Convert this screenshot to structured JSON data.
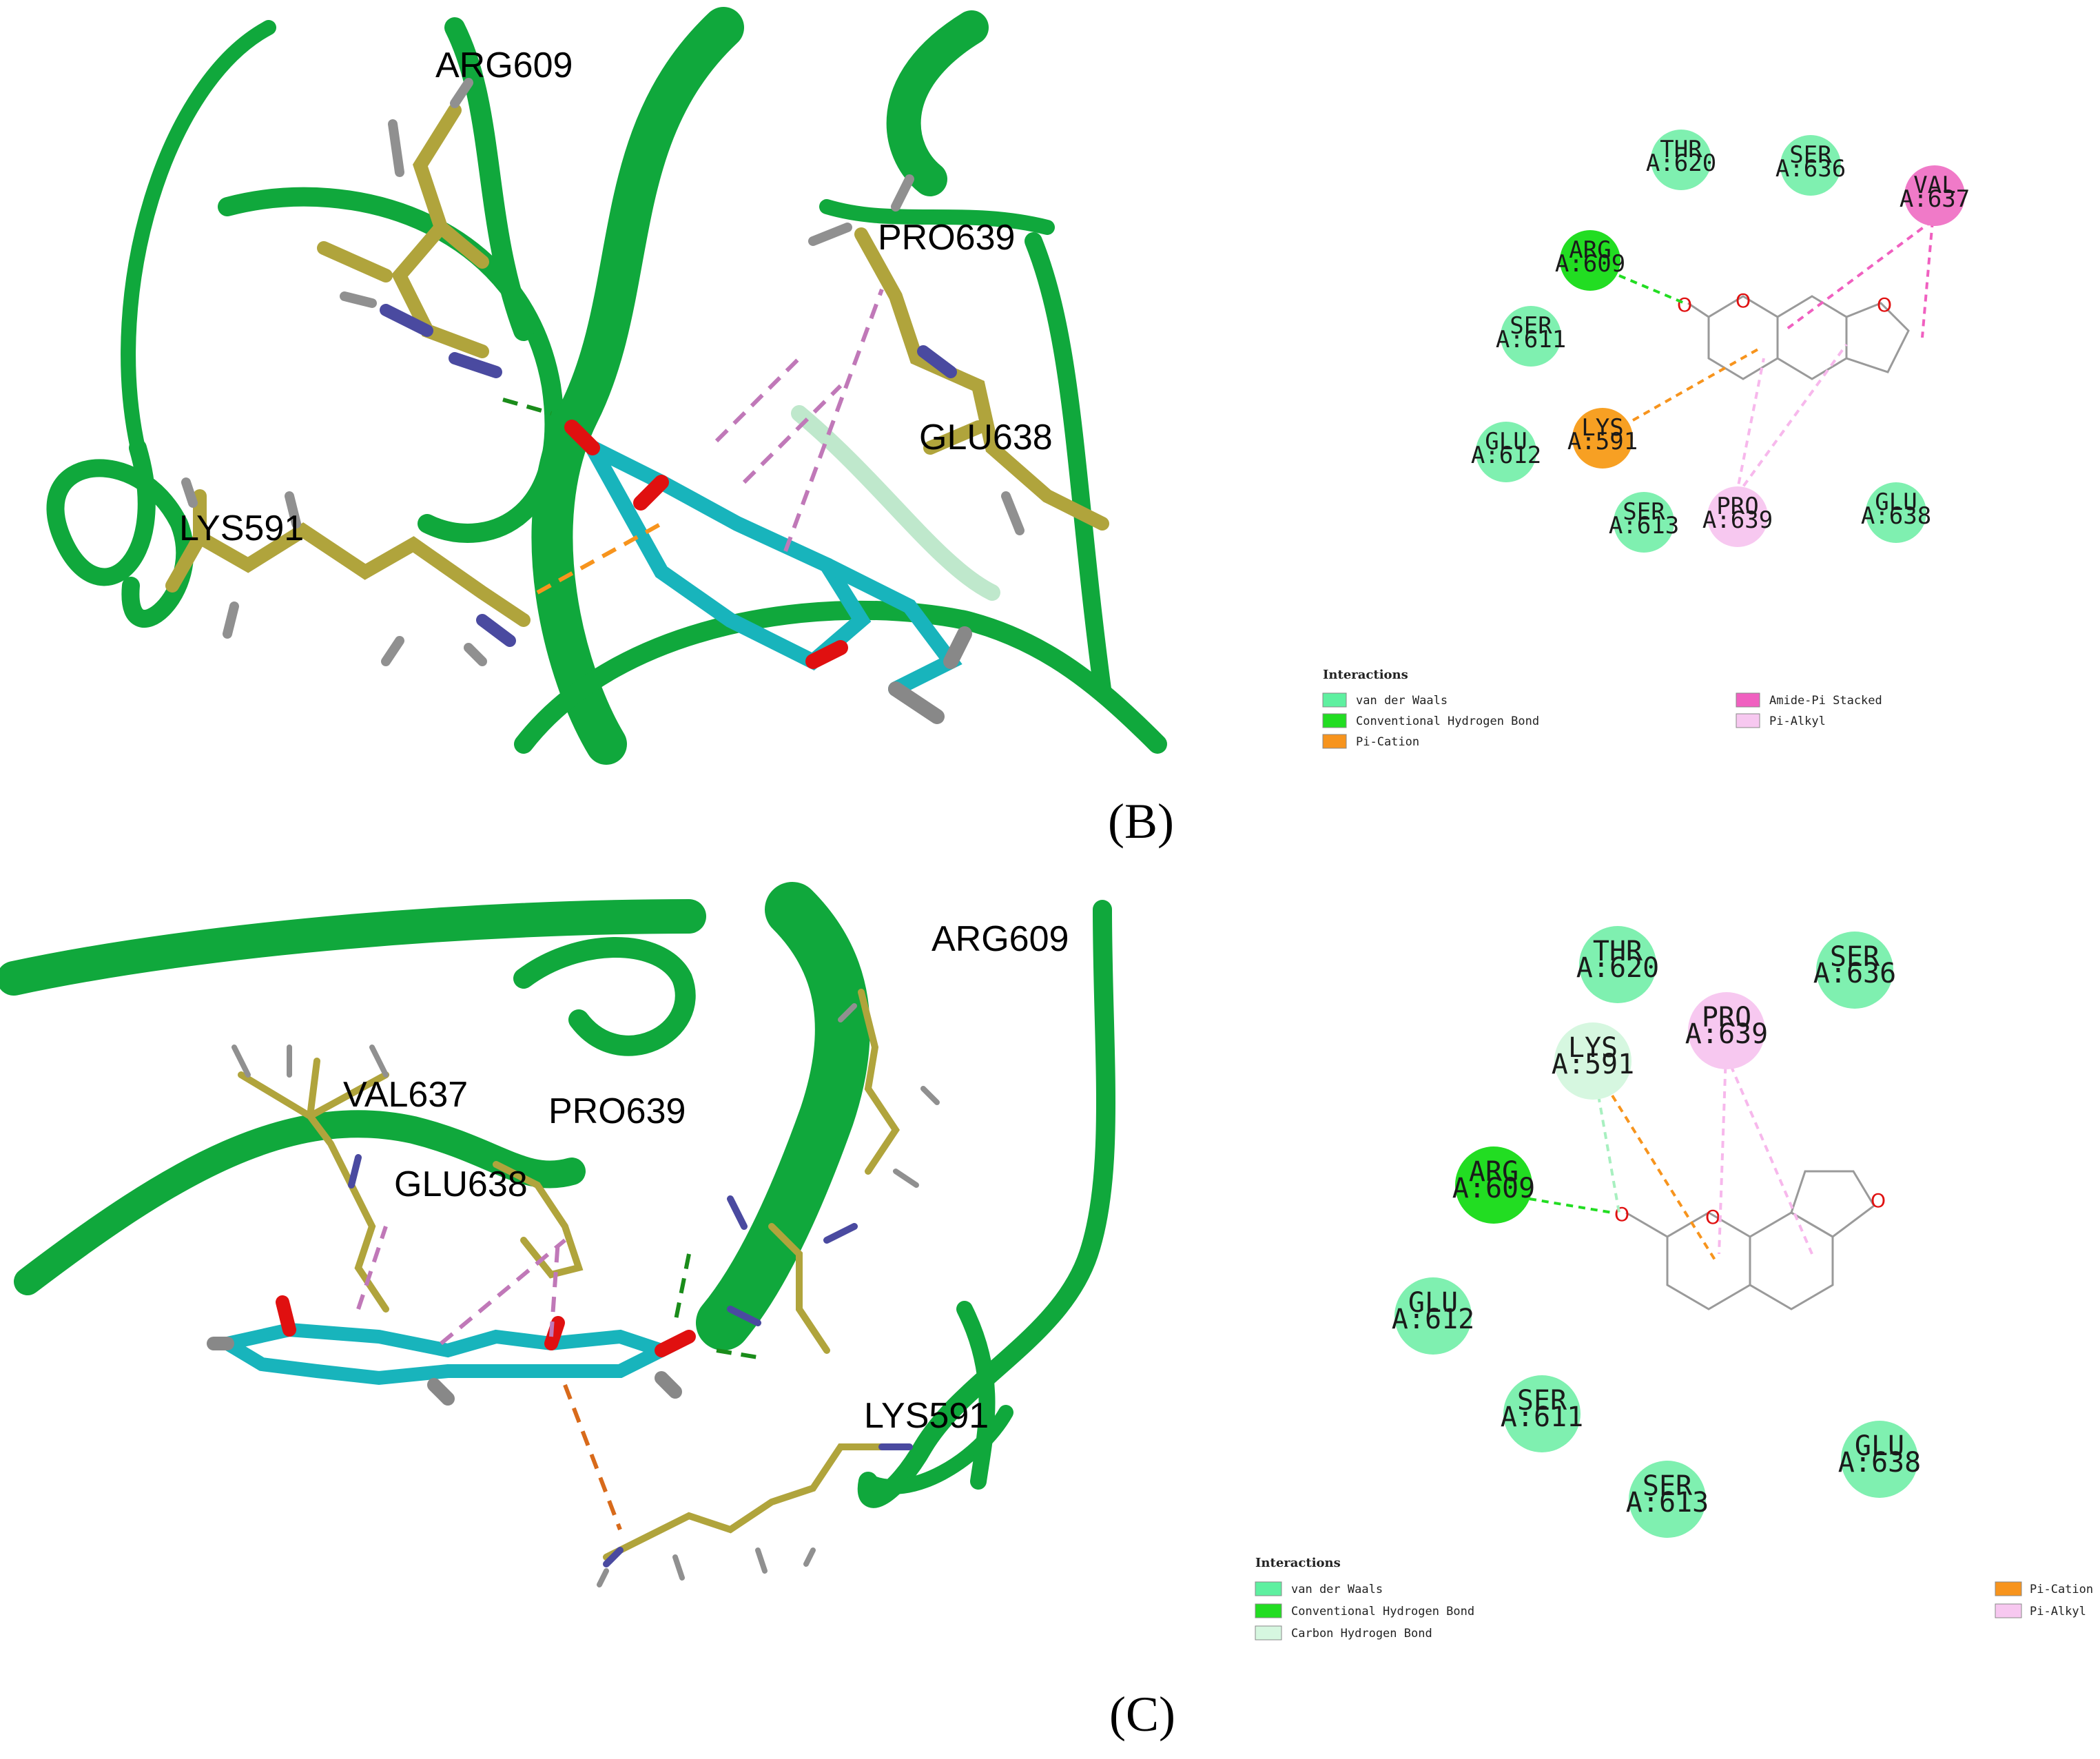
{
  "panel_b": {
    "label": "(B)",
    "residue_labels_3d": [
      "ARG609",
      "PRO639",
      "GLU638",
      "LYS591"
    ],
    "nodes": [
      {
        "name": "THR",
        "num": "A:620",
        "color": "#7ff0b0"
      },
      {
        "name": "SER",
        "num": "A:636",
        "color": "#7ff0b0"
      },
      {
        "name": "VAL",
        "num": "A:637",
        "color": "#f07ac8"
      },
      {
        "name": "ARG",
        "num": "A:609",
        "color": "#22dd22"
      },
      {
        "name": "SER",
        "num": "A:611",
        "color": "#7ff0b0"
      },
      {
        "name": "LYS",
        "num": "A:591",
        "color": "#f7a023"
      },
      {
        "name": "GLU",
        "num": "A:612",
        "color": "#7ff0b0"
      },
      {
        "name": "SER",
        "num": "A:613",
        "color": "#7ff0b0"
      },
      {
        "name": "PRO",
        "num": "A:639",
        "color": "#f7c8f0"
      },
      {
        "name": "GLU",
        "num": "A:638",
        "color": "#7ff0b0"
      }
    ],
    "legend": {
      "title": "Interactions",
      "items": [
        {
          "label": "van der Waals",
          "color": "#5ef0a0"
        },
        {
          "label": "Conventional Hydrogen Bond",
          "color": "#22dd22"
        },
        {
          "label": "Pi-Cation",
          "color": "#f7941d"
        },
        {
          "label": "Amide-Pi Stacked",
          "color": "#f060c0"
        },
        {
          "label": "Pi-Alkyl",
          "color": "#f7c8f0"
        }
      ]
    }
  },
  "panel_c": {
    "label": "(C)",
    "residue_labels_3d": [
      "ARG609",
      "VAL637",
      "PRO639",
      "GLU638",
      "LYS591"
    ],
    "nodes": [
      {
        "name": "THR",
        "num": "A:620",
        "color": "#7ff0b0"
      },
      {
        "name": "SER",
        "num": "A:636",
        "color": "#7ff0b0"
      },
      {
        "name": "PRO",
        "num": "A:639",
        "color": "#f7c8f0"
      },
      {
        "name": "LYS",
        "num": "A:591",
        "color": "#d6f7e0"
      },
      {
        "name": "ARG",
        "num": "A:609",
        "color": "#22dd22"
      },
      {
        "name": "GLU",
        "num": "A:612",
        "color": "#7ff0b0"
      },
      {
        "name": "SER",
        "num": "A:611",
        "color": "#7ff0b0"
      },
      {
        "name": "GLU",
        "num": "A:638",
        "color": "#7ff0b0"
      },
      {
        "name": "SER",
        "num": "A:613",
        "color": "#7ff0b0"
      }
    ],
    "legend": {
      "title": "Interactions",
      "items": [
        {
          "label": "van der Waals",
          "color": "#5ef0a0"
        },
        {
          "label": "Conventional Hydrogen Bond",
          "color": "#22dd22"
        },
        {
          "label": "Carbon Hydrogen Bond",
          "color": "#d6f7e0"
        },
        {
          "label": "Pi-Cation",
          "color": "#f7941d"
        },
        {
          "label": "Pi-Alkyl",
          "color": "#f7c8f0"
        }
      ]
    }
  },
  "atom_label": "O"
}
